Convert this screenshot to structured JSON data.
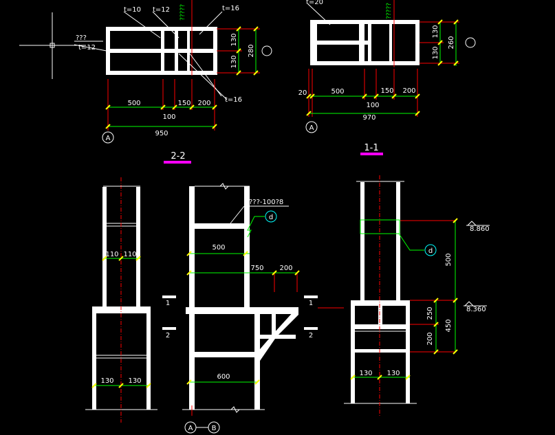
{
  "colors": {
    "background": "#000000",
    "structure": "#ffffff",
    "dimension": "#00ff00",
    "tick": "#ffff00",
    "axis": "#ff0000",
    "callout": "#00ffff",
    "title": "#ff00ff"
  },
  "top_left": {
    "plate_labels": [
      "t=10",
      "t=12",
      "t=16",
      "t=12",
      "t=16"
    ],
    "annotation_question": "???",
    "vertical_note": "?????",
    "right_dims": [
      "130",
      "130",
      "280"
    ],
    "bottom_dims": [
      "500",
      "150",
      "200",
      "100",
      "950"
    ],
    "axis_bubble": "A"
  },
  "top_right": {
    "plate_label": "t=20",
    "vertical_note": "?????",
    "right_dims": [
      "130",
      "130",
      "260"
    ],
    "bottom_dims": [
      "20",
      "500",
      "150",
      "200",
      "100",
      "970"
    ],
    "axis_bubble": "A"
  },
  "section_titles": [
    "2-2",
    "1-1"
  ],
  "elevation_left": {
    "upper_dims": [
      "110",
      "110"
    ],
    "lower_dims": [
      "130",
      "130"
    ]
  },
  "elevation_mid": {
    "callout_text": "???-100?8",
    "callout_bubble": "d",
    "dims": [
      "500",
      "750",
      "200",
      "600"
    ],
    "section_marks": [
      "1",
      "2",
      "1",
      "2"
    ],
    "axis_bubbles": [
      "A",
      "B"
    ]
  },
  "elevation_right": {
    "callout_bubble": "d",
    "elevations": [
      "8.860",
      "8.360"
    ],
    "vertical_dims": [
      "500",
      "250",
      "450",
      "200"
    ],
    "bottom_dims": [
      "130",
      "130"
    ]
  }
}
